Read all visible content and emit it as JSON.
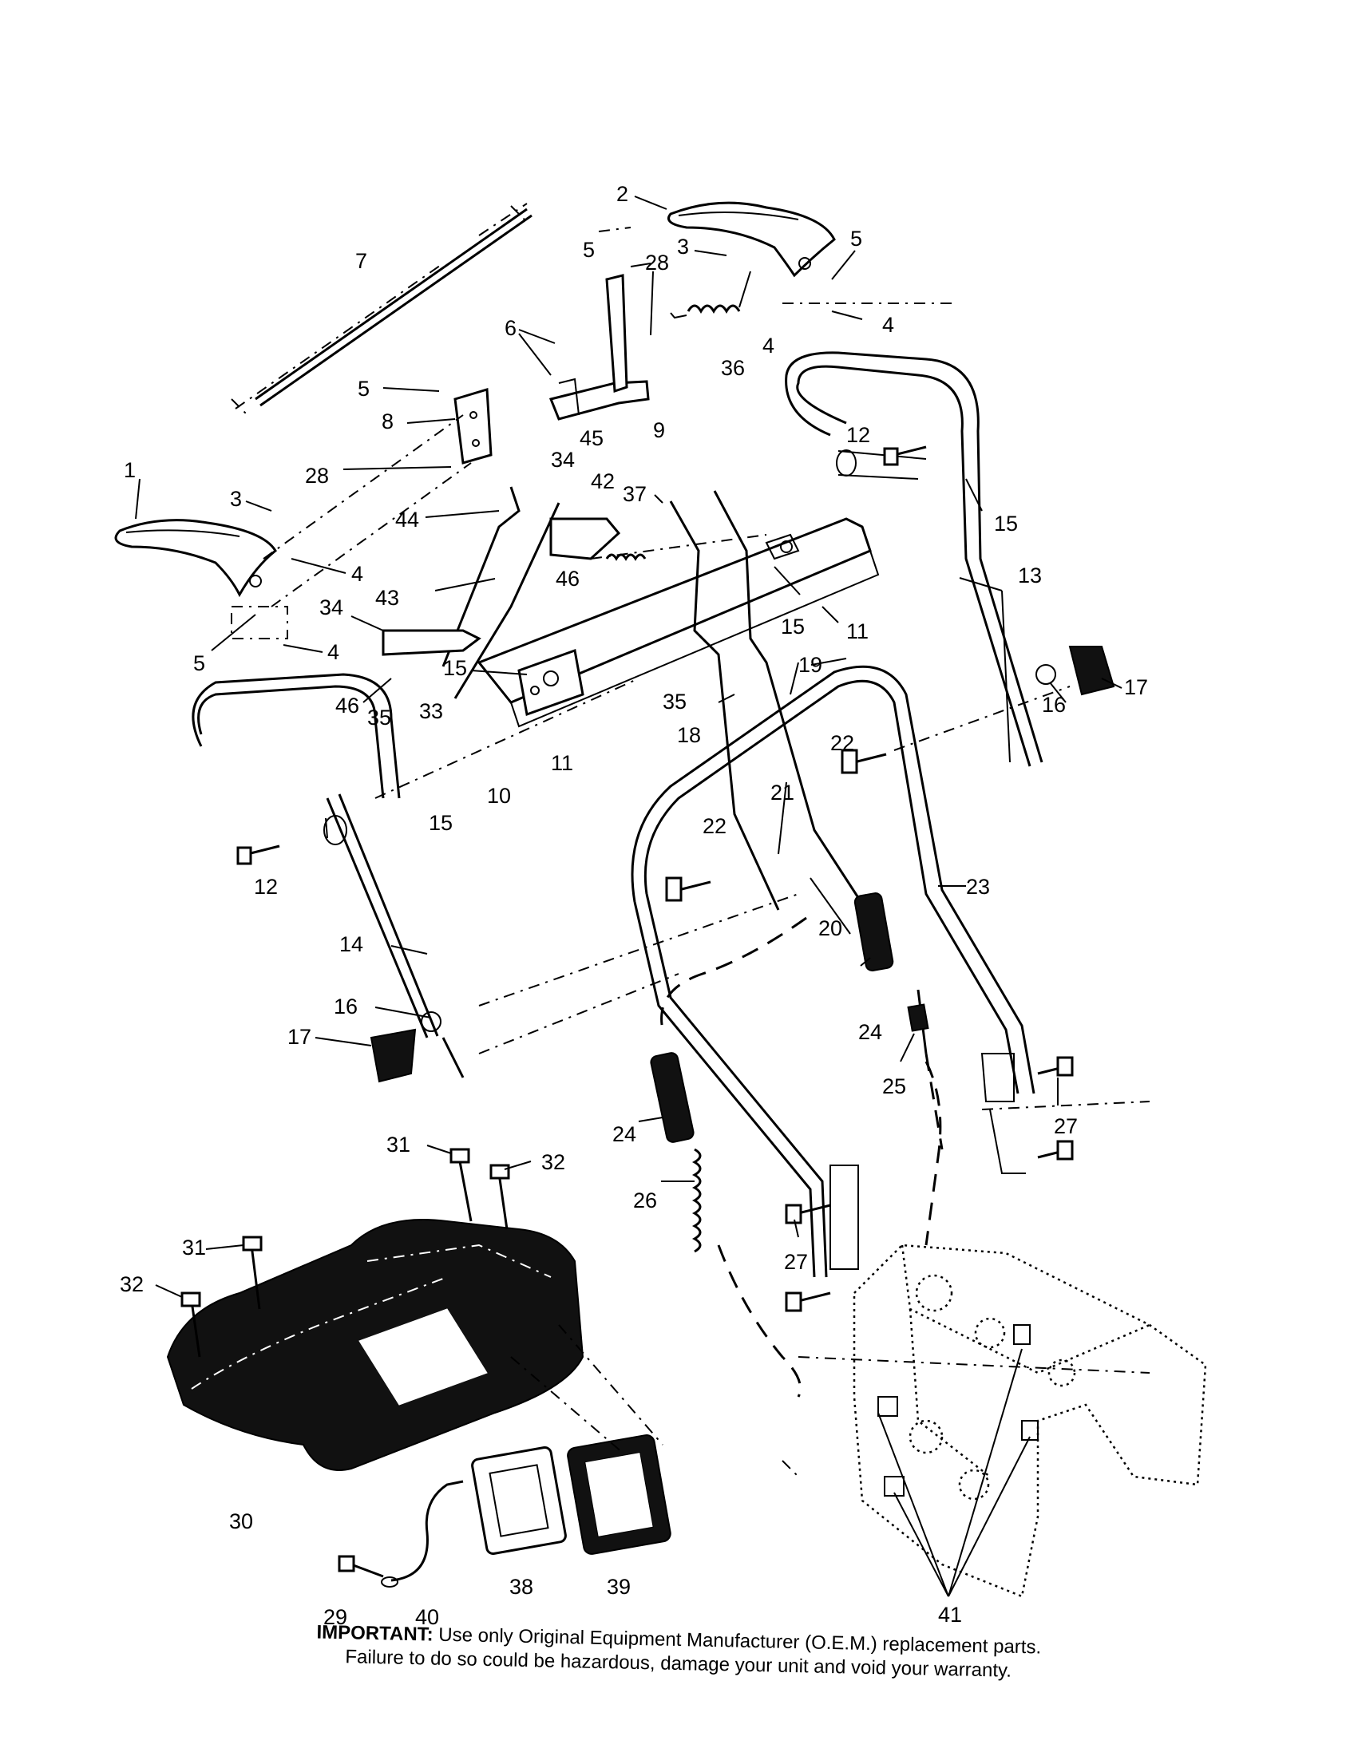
{
  "labels": [
    {
      "id": "p1",
      "text": "1"
    },
    {
      "id": "p2",
      "text": "2"
    },
    {
      "id": "p3a",
      "text": "3"
    },
    {
      "id": "p3b",
      "text": "3"
    },
    {
      "id": "p4a",
      "text": "4"
    },
    {
      "id": "p4b",
      "text": "4"
    },
    {
      "id": "p4c",
      "text": "4"
    },
    {
      "id": "p4d",
      "text": "4"
    },
    {
      "id": "p5a",
      "text": "5"
    },
    {
      "id": "p5b",
      "text": "5"
    },
    {
      "id": "p5c",
      "text": "5"
    },
    {
      "id": "p5d",
      "text": "5"
    },
    {
      "id": "p6",
      "text": "6"
    },
    {
      "id": "p7",
      "text": "7"
    },
    {
      "id": "p8",
      "text": "8"
    },
    {
      "id": "p9",
      "text": "9"
    },
    {
      "id": "p10",
      "text": "10"
    },
    {
      "id": "p11a",
      "text": "11"
    },
    {
      "id": "p11b",
      "text": "11"
    },
    {
      "id": "p12a",
      "text": "12"
    },
    {
      "id": "p12b",
      "text": "12"
    },
    {
      "id": "p13",
      "text": "13"
    },
    {
      "id": "p14",
      "text": "14"
    },
    {
      "id": "p15a",
      "text": "15"
    },
    {
      "id": "p15b",
      "text": "15"
    },
    {
      "id": "p15c",
      "text": "15"
    },
    {
      "id": "p15d",
      "text": "15"
    },
    {
      "id": "p16a",
      "text": "16"
    },
    {
      "id": "p16b",
      "text": "16"
    },
    {
      "id": "p17a",
      "text": "17"
    },
    {
      "id": "p17b",
      "text": "17"
    },
    {
      "id": "p18",
      "text": "18"
    },
    {
      "id": "p19",
      "text": "19"
    },
    {
      "id": "p20",
      "text": "20"
    },
    {
      "id": "p21",
      "text": "21"
    },
    {
      "id": "p22a",
      "text": "22"
    },
    {
      "id": "p22b",
      "text": "22"
    },
    {
      "id": "p23",
      "text": "23"
    },
    {
      "id": "p24a",
      "text": "24"
    },
    {
      "id": "p24b",
      "text": "24"
    },
    {
      "id": "p25",
      "text": "25"
    },
    {
      "id": "p26",
      "text": "26"
    },
    {
      "id": "p27a",
      "text": "27"
    },
    {
      "id": "p27b",
      "text": "27"
    },
    {
      "id": "p28a",
      "text": "28"
    },
    {
      "id": "p28b",
      "text": "28"
    },
    {
      "id": "p29",
      "text": "29"
    },
    {
      "id": "p30",
      "text": "30"
    },
    {
      "id": "p31a",
      "text": "31"
    },
    {
      "id": "p31b",
      "text": "31"
    },
    {
      "id": "p32a",
      "text": "32"
    },
    {
      "id": "p32b",
      "text": "32"
    },
    {
      "id": "p33",
      "text": "33"
    },
    {
      "id": "p34a",
      "text": "34"
    },
    {
      "id": "p34b",
      "text": "34"
    },
    {
      "id": "p35a",
      "text": "35"
    },
    {
      "id": "p35b",
      "text": "35"
    },
    {
      "id": "p36",
      "text": "36"
    },
    {
      "id": "p37",
      "text": "37"
    },
    {
      "id": "p38",
      "text": "38"
    },
    {
      "id": "p39",
      "text": "39"
    },
    {
      "id": "p40",
      "text": "40"
    },
    {
      "id": "p41",
      "text": "41"
    },
    {
      "id": "p42",
      "text": "42"
    },
    {
      "id": "p43",
      "text": "43"
    },
    {
      "id": "p44",
      "text": "44"
    },
    {
      "id": "p45",
      "text": "45"
    },
    {
      "id": "p46a",
      "text": "46"
    },
    {
      "id": "p46b",
      "text": "46"
    }
  ],
  "footer": {
    "important_label": "IMPORTANT:",
    "line1": " Use only Original Equipment Manufacturer (O.E.M.) replacement parts.",
    "line2": "Failure to do so could be hazardous, damage your unit and void your warranty."
  }
}
